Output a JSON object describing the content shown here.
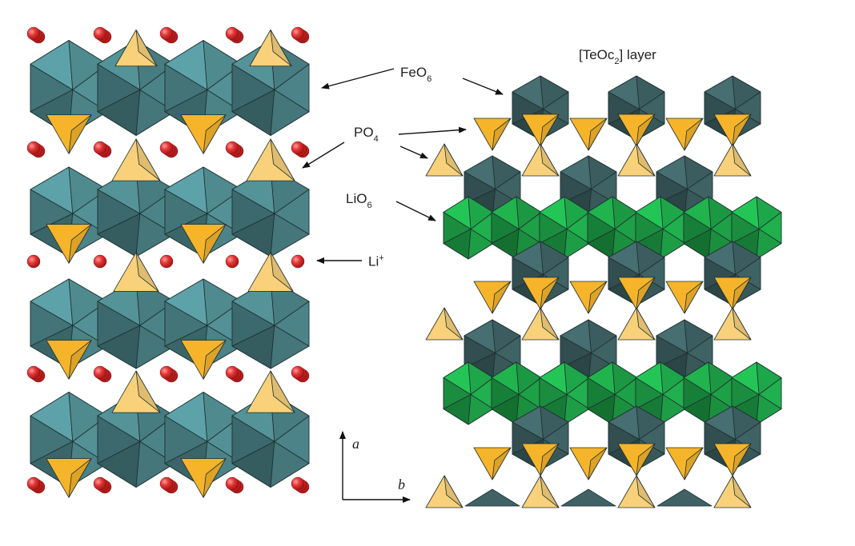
{
  "labels": {
    "feo6": {
      "base": "FeO",
      "sub": "6"
    },
    "po4": {
      "base": "PO",
      "sub": "4"
    },
    "lio6": {
      "base": "LiO",
      "sub": "6"
    },
    "li": {
      "base": "Li",
      "sup": "+"
    },
    "teoc2": {
      "pre": "[TeOc",
      "sub": "2",
      "post": "] layer"
    }
  },
  "axes": {
    "a": "a",
    "b": "b"
  },
  "colors": {
    "feo6": "#4f8a8f",
    "feo6_dark": "#3f6264",
    "po4": "#f5b42a",
    "po4_light": "#f8d17a",
    "lio6": "#1ea84a",
    "lithium": "#d62b2b",
    "background": "#ffffff"
  }
}
